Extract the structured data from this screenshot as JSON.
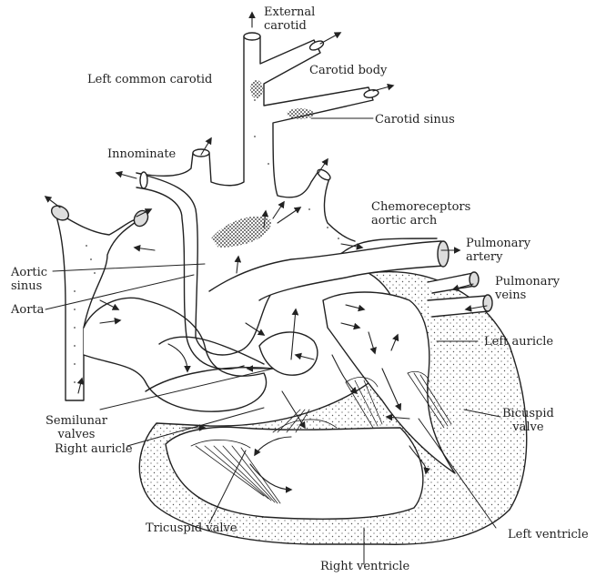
{
  "labels": {
    "external_carotid": "External\ncarotid",
    "left_common_carotid": "Left common carotid",
    "carotid_body": "Carotid body",
    "carotid_sinus": "Carotid sinus",
    "innominate": "Innominate",
    "chemoreceptors": "Chemoreceptors\naortic arch",
    "pulmonary_artery": "Pulmonary\nartery",
    "pulmonary_veins": "Pulmonary\nveins",
    "aortic_sinus": "Aortic\nsinus",
    "aorta": "Aorta",
    "left_auricle": "Left auricle",
    "semilunar_valves": "Semilunar\nvalves",
    "bicuspid_valve": "Bicuspid\nvalve",
    "right_auricle": "Right auricle",
    "tricuspid_valve": "Tricuspid valve",
    "left_ventricle": "Left ventricle",
    "right_ventricle": "Right ventricle"
  },
  "colors": {
    "ink": "#222222",
    "stipple": "#555555",
    "background": "#ffffff"
  }
}
